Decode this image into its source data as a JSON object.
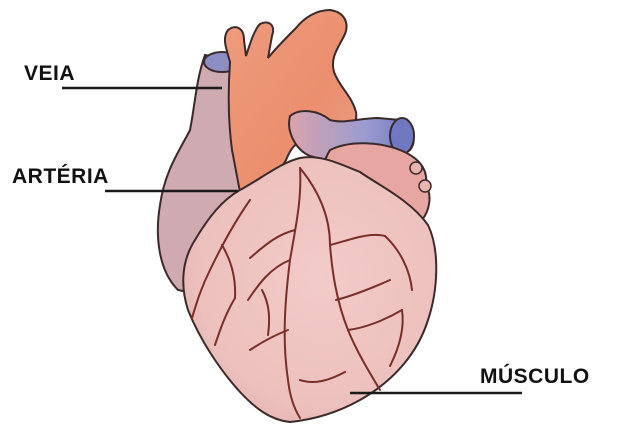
{
  "labels": {
    "vein": "VEIA",
    "artery": "ARTÉRIA",
    "muscle": "MÚSCULO"
  },
  "colors": {
    "heart_muscle": "#ecc2c0",
    "vein_chamber": "#cfaab0",
    "aorta": "#eb9a78",
    "pulmonary_vessel": "#a9a7cf",
    "vessel_line": "#7a2e2a",
    "outline": "#3a2a2a",
    "leader_line": "#1a1a1a"
  }
}
